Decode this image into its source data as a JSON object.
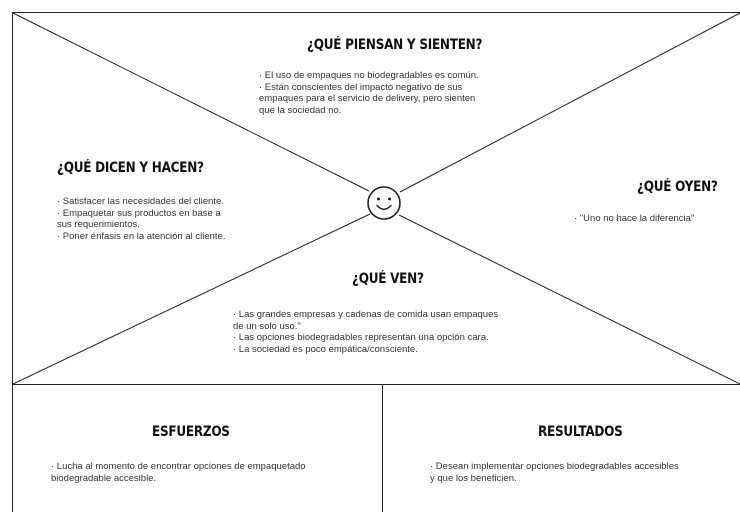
{
  "map": {
    "think_feel": {
      "title": "¿QUÉ PIENSAN Y SIENTEN?",
      "lines": [
        "· El uso de empaques no biodegradables es común.",
        "· Están conscientes del impacto negativo de sus",
        "empaques para el servicio de delivery, pero sienten",
        "que la sociedad no."
      ]
    },
    "say_do": {
      "title": "¿QUÉ DICEN Y HACEN?",
      "lines": [
        "· Satisfacer las necesidades del cliente.",
        "· Empaquetar sus productos en base a",
        "sus requerimientos.",
        "· Poner énfasis en la atención al cliente."
      ]
    },
    "hear": {
      "title": "¿QUÉ OYEN?",
      "lines": [
        "· \"Uno no hace la diferencia\""
      ]
    },
    "see": {
      "title": "¿QUÉ VEN?",
      "lines": [
        "· Las grandes empresas y cadenas de comida usan empaques",
        "de un solo uso.\"",
        "· Las opciones biodegradables representan una opción cara.",
        "· La sociedad es poco empática/consciente."
      ]
    },
    "center_icon": "smiley-face-icon",
    "line_color": "#222222"
  },
  "pains": {
    "title": "ESFUERZOS",
    "lines": [
      "· Lucha al momento de encontrar opciones de empaquetado",
      "biodegradable accesible."
    ]
  },
  "gains": {
    "title": "RESULTADOS",
    "lines": [
      "· Desean implementar opciones biodegradables accesibles",
      "y que los beneficien."
    ]
  }
}
